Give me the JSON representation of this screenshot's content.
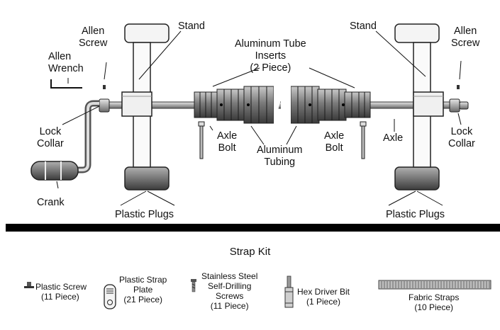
{
  "labels": {
    "stand_left": "Stand",
    "stand_right": "Stand",
    "allen_screw_left": [
      "Allen",
      "Screw"
    ],
    "allen_screw_right": [
      "Allen",
      "Screw"
    ],
    "allen_wrench": [
      "Allen",
      "Wrench"
    ],
    "aluminum_tube_inserts": [
      "Aluminum Tube",
      "Inserts",
      "(2 Piece)"
    ],
    "lock_collar_left": [
      "Lock",
      "Collar"
    ],
    "lock_collar_right": [
      "Lock",
      "Collar"
    ],
    "axle_bolt_left": [
      "Axle",
      "Bolt"
    ],
    "axle_bolt_right": [
      "Axle",
      "Bolt"
    ],
    "aluminum_tubing": [
      "Aluminum",
      "Tubing"
    ],
    "axle": "Axle",
    "crank": "Crank",
    "plastic_plugs_left": "Plastic Plugs",
    "plastic_plugs_right": "Plastic Plugs"
  },
  "strap_kit": {
    "title": "Strap Kit",
    "items": [
      {
        "name": "Plastic Screw",
        "qty": "(11 Piece)"
      },
      {
        "name": "Plastic Strap",
        "name2": "Plate",
        "qty": "(21 Piece)"
      },
      {
        "name": "Stainless Steel",
        "name2": "Self-Drilling",
        "name3": "Screws",
        "qty": "(11 Piece)"
      },
      {
        "name": "Hex Driver Bit",
        "qty": "(1 Piece)"
      },
      {
        "name": "Fabric Straps",
        "qty": "(10 Piece)"
      }
    ]
  },
  "colors": {
    "ink": "#111111",
    "metal_light": "#d9d9d9",
    "metal_mid": "#9a9a9a",
    "metal_dark": "#5a5a5a",
    "divider": "#000000"
  }
}
